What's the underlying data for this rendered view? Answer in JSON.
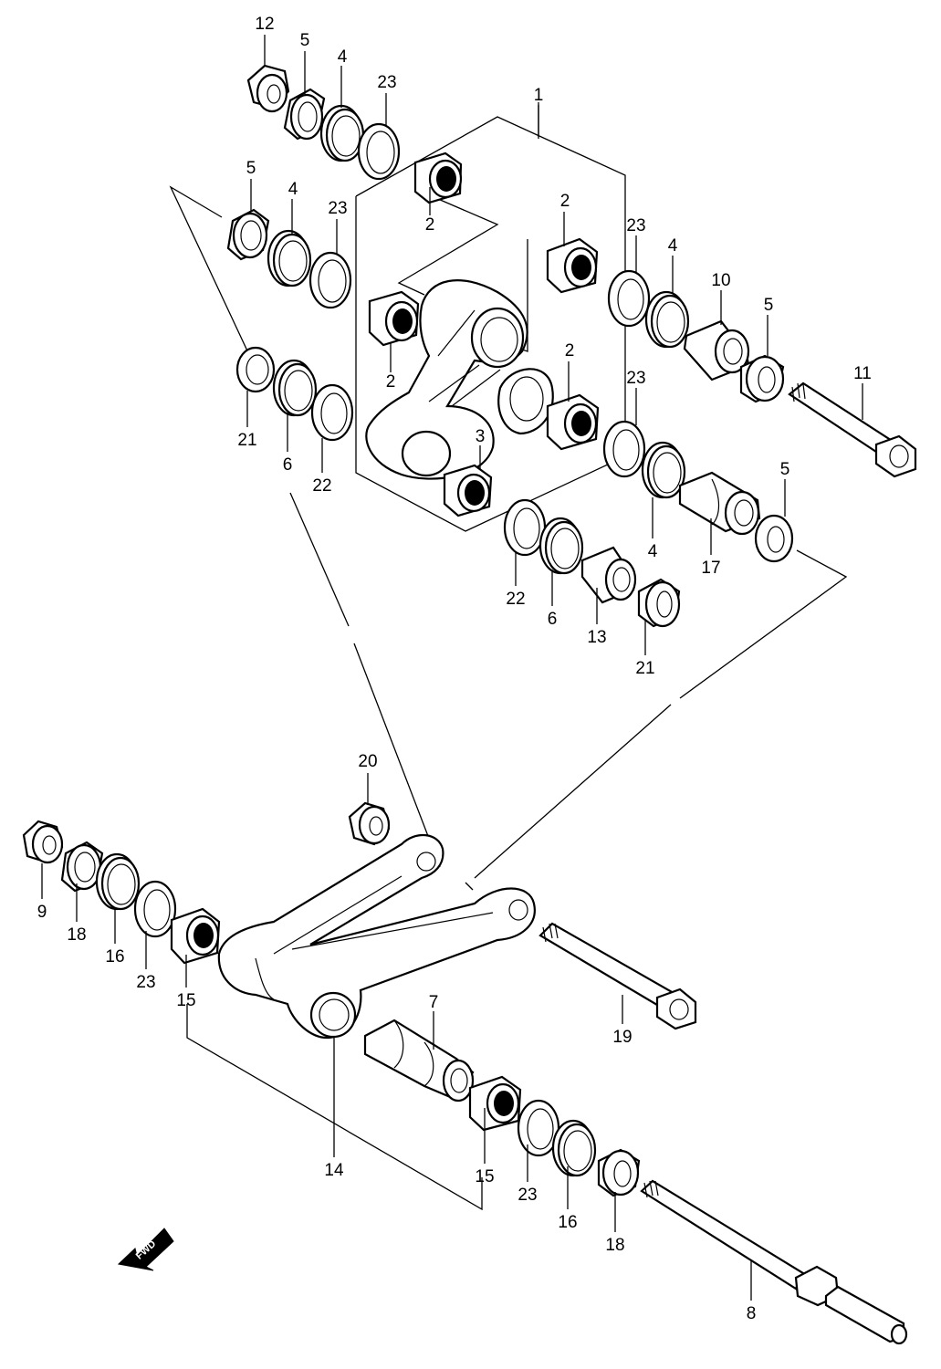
{
  "callouts": {
    "c1": "1",
    "c2a": "2",
    "c2b": "2",
    "c2c": "2",
    "c2d": "2",
    "c3": "3",
    "c4a": "4",
    "c4b": "4",
    "c4c": "4",
    "c4d": "4",
    "c5a": "5",
    "c5b": "5",
    "c5c": "5",
    "c5d": "5",
    "c6a": "6",
    "c6b": "6",
    "c7": "7",
    "c8": "8",
    "c9": "9",
    "c10": "10",
    "c11": "11",
    "c12": "12",
    "c13": "13",
    "c14": "14",
    "c15a": "15",
    "c15b": "15",
    "c16a": "16",
    "c16b": "16",
    "c17": "17",
    "c18a": "18",
    "c18b": "18",
    "c19": "19",
    "c20": "20",
    "c21a": "21",
    "c21b": "21",
    "c22a": "22",
    "c22b": "22",
    "c23a": "23",
    "c23b": "23",
    "c23c": "23",
    "c23d": "23",
    "c23e": "23",
    "c23f": "23"
  },
  "fwd_label": "FWD"
}
